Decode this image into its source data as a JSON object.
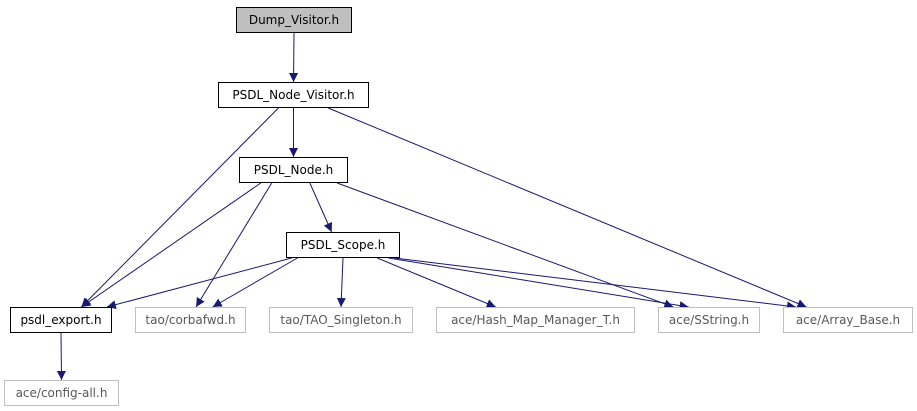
{
  "graph": {
    "colors": {
      "edge": "#191970",
      "root_fill": "#bfbfbf",
      "linked_border": "#000000",
      "external_border": "#bfbfbf",
      "external_text": "#595959"
    },
    "nodes": {
      "dump_visitor": "Dump_Visitor.h",
      "psdl_node_visitor": "PSDL_Node_Visitor.h",
      "psdl_node": "PSDL_Node.h",
      "psdl_scope": "PSDL_Scope.h",
      "psdl_export": "psdl_export.h",
      "tao_corbafwd": "tao/corbafwd.h",
      "tao_singleton": "tao/TAO_Singleton.h",
      "ace_hash_map_manager": "ace/Hash_Map_Manager_T.h",
      "ace_sstring": "ace/SString.h",
      "ace_array_base": "ace/Array_Base.h",
      "ace_config_all": "ace/config-all.h"
    },
    "edges": [
      [
        "dump_visitor",
        "psdl_node_visitor"
      ],
      [
        "psdl_node_visitor",
        "psdl_node"
      ],
      [
        "psdl_node_visitor",
        "psdl_export"
      ],
      [
        "psdl_node_visitor",
        "ace_array_base"
      ],
      [
        "psdl_node",
        "psdl_scope"
      ],
      [
        "psdl_node",
        "psdl_export"
      ],
      [
        "psdl_node",
        "tao_corbafwd"
      ],
      [
        "psdl_node",
        "ace_sstring"
      ],
      [
        "psdl_scope",
        "psdl_export"
      ],
      [
        "psdl_scope",
        "tao_corbafwd"
      ],
      [
        "psdl_scope",
        "tao_singleton"
      ],
      [
        "psdl_scope",
        "ace_hash_map_manager"
      ],
      [
        "psdl_scope",
        "ace_sstring"
      ],
      [
        "psdl_scope",
        "ace_array_base"
      ],
      [
        "psdl_export",
        "ace_config_all"
      ]
    ]
  }
}
